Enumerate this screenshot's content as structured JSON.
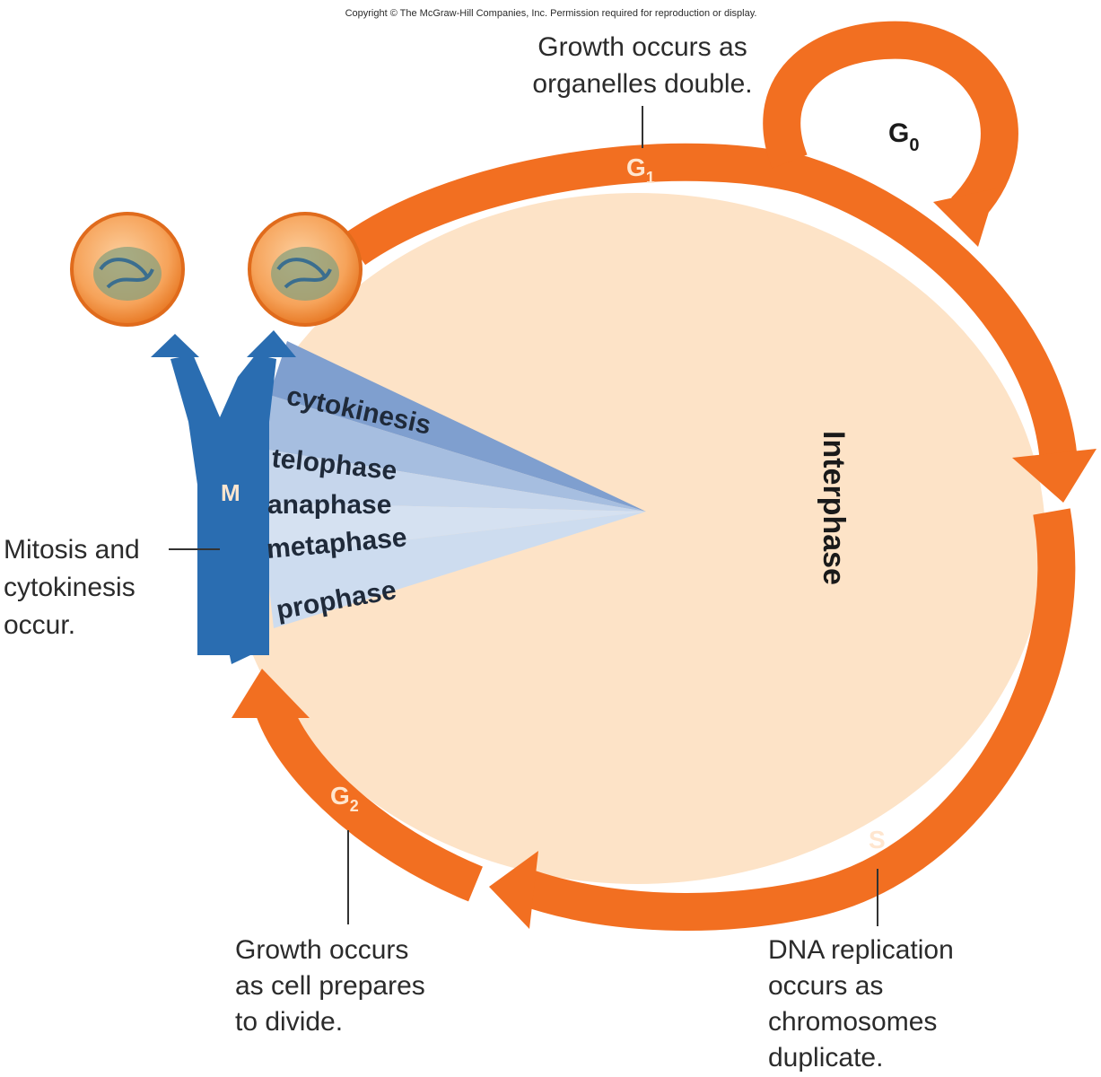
{
  "copyright": "Copyright © The McGraw-Hill Companies, Inc. Permission required for reproduction or display.",
  "colors": {
    "cycle_orange": "#f26f21",
    "interphase_fill": "#fde3c7",
    "mitosis_blue": "#2a6db1",
    "wedge_blue": "#9fb9dc"
  },
  "phases": {
    "g1": "G",
    "g1_sub": "1",
    "g0": "G",
    "g0_sub": "0",
    "s": "S",
    "g2": "G",
    "g2_sub": "2",
    "m": "M",
    "interphase": "Interphase"
  },
  "mitosis_stages": [
    "cytokinesis",
    "telophase",
    "anaphase",
    "metaphase",
    "prophase"
  ],
  "callouts": {
    "g1": [
      "Growth occurs as",
      "organelles double."
    ],
    "m": [
      "Mitosis and",
      "cytokinesis",
      "occur."
    ],
    "g2": [
      "Growth occurs",
      "as cell prepares",
      "to divide."
    ],
    "s": [
      "DNA replication",
      "occurs as",
      "chromosomes",
      "duplicate."
    ]
  },
  "icons": [
    "daughter-cell-icon",
    "arrowhead-icon"
  ]
}
